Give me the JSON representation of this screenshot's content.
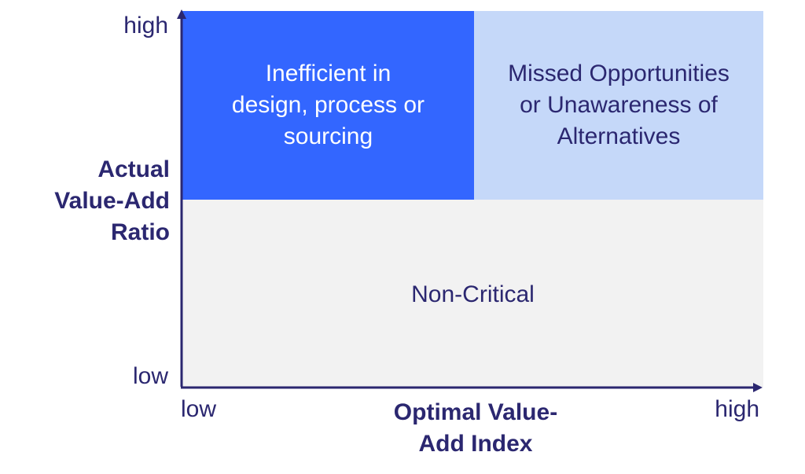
{
  "quadrants": {
    "top_left": "Inefficient in\ndesign, process or\nsourcing",
    "top_right": "Missed Opportunities\nor Unawareness of\nAlternatives",
    "bottom": "Non-Critical"
  },
  "y_axis": {
    "title": "Actual\nValue-Add\nRatio",
    "high": "high",
    "low": "low"
  },
  "x_axis": {
    "title": "Optimal Value-\nAdd Index",
    "low": "low",
    "high": "high"
  },
  "colors": {
    "accent_blue": "#3366ff",
    "light_blue": "#c5d8f9",
    "light_gray": "#f2f2f2",
    "text_navy": "#2b2770"
  }
}
